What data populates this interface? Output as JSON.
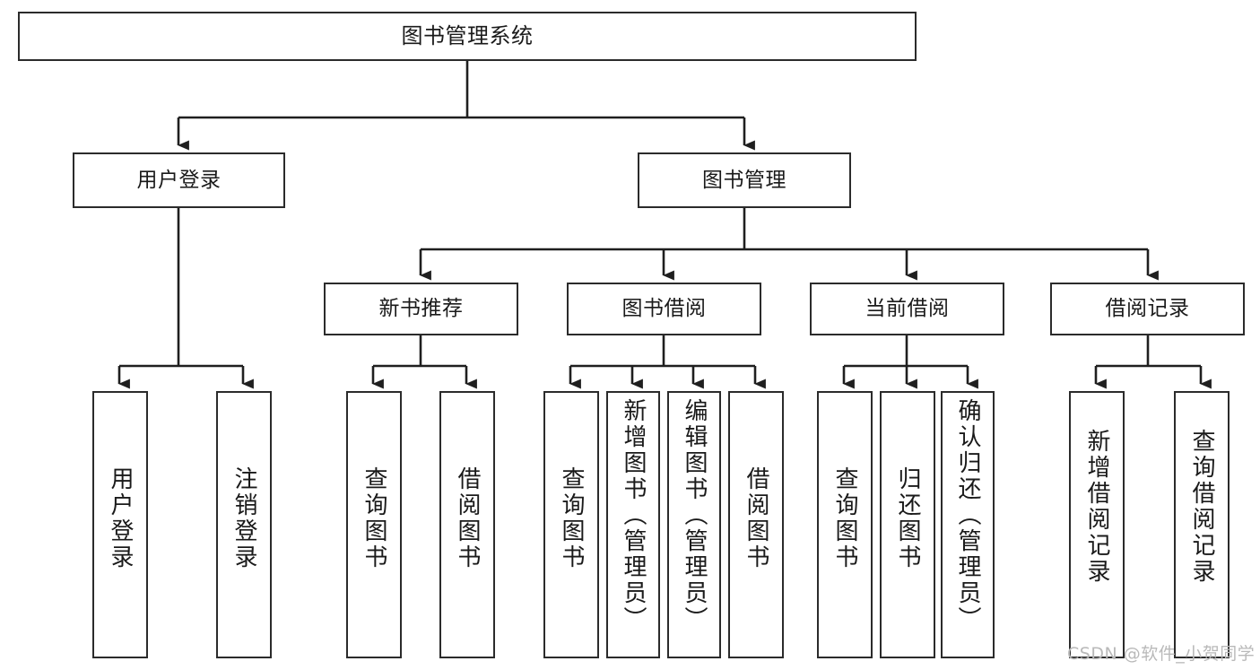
{
  "diagram": {
    "title": "图书管理系统",
    "type": "tree-hierarchy-diagram",
    "colors": {
      "box_border": "#2b2b2b",
      "box_fill": "#ffffff",
      "connector": "#1f1f1f",
      "watermark": "#b9b9b9",
      "background": "#ffffff"
    },
    "root": {
      "label": "图书管理系统"
    },
    "level1": [
      {
        "label": "用户登录"
      },
      {
        "label": "图书管理"
      }
    ],
    "level2": [
      {
        "label": "新书推荐"
      },
      {
        "label": "图书借阅"
      },
      {
        "label": "当前借阅"
      },
      {
        "label": "借阅记录"
      }
    ],
    "leaves": {
      "user_login": [
        {
          "label": "用户登录"
        },
        {
          "label": "注销登录"
        }
      ],
      "new_book_recommend": [
        {
          "label": "查询图书"
        },
        {
          "label": "借阅图书"
        }
      ],
      "book_borrow": [
        {
          "label": "查询图书"
        },
        {
          "label": "新增图书（管理员）"
        },
        {
          "label": "编辑图书（管理员）"
        },
        {
          "label": "借阅图书"
        }
      ],
      "current_borrow": [
        {
          "label": "查询图书"
        },
        {
          "label": "归还图书"
        },
        {
          "label": "确认归还（管理员）"
        }
      ],
      "borrow_record": [
        {
          "label": "新增借阅记录"
        },
        {
          "label": "查询借阅记录"
        }
      ]
    }
  },
  "watermark": {
    "text": "CSDN @软件_小贺同学"
  }
}
